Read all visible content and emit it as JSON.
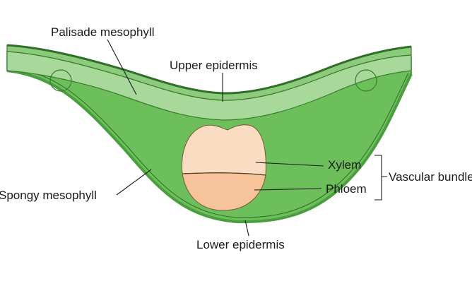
{
  "labels": {
    "palisade": "Palisade mesophyll",
    "upper_epidermis": "Upper epidermis",
    "xylem": "Xylem",
    "phloem": "Phloem",
    "vascular_bundle": "Vascular bundle",
    "spongy": "Spongy mesophyll",
    "lower_epidermis": "Lower epidermis"
  },
  "colors": {
    "epidermis": "#4a9e3f",
    "palisade": "#a8d89a",
    "spongy": "#6cbf5a",
    "xylem": "#f9dcc2",
    "phloem": "#f7c39a",
    "outline": "#3a7d2f"
  }
}
